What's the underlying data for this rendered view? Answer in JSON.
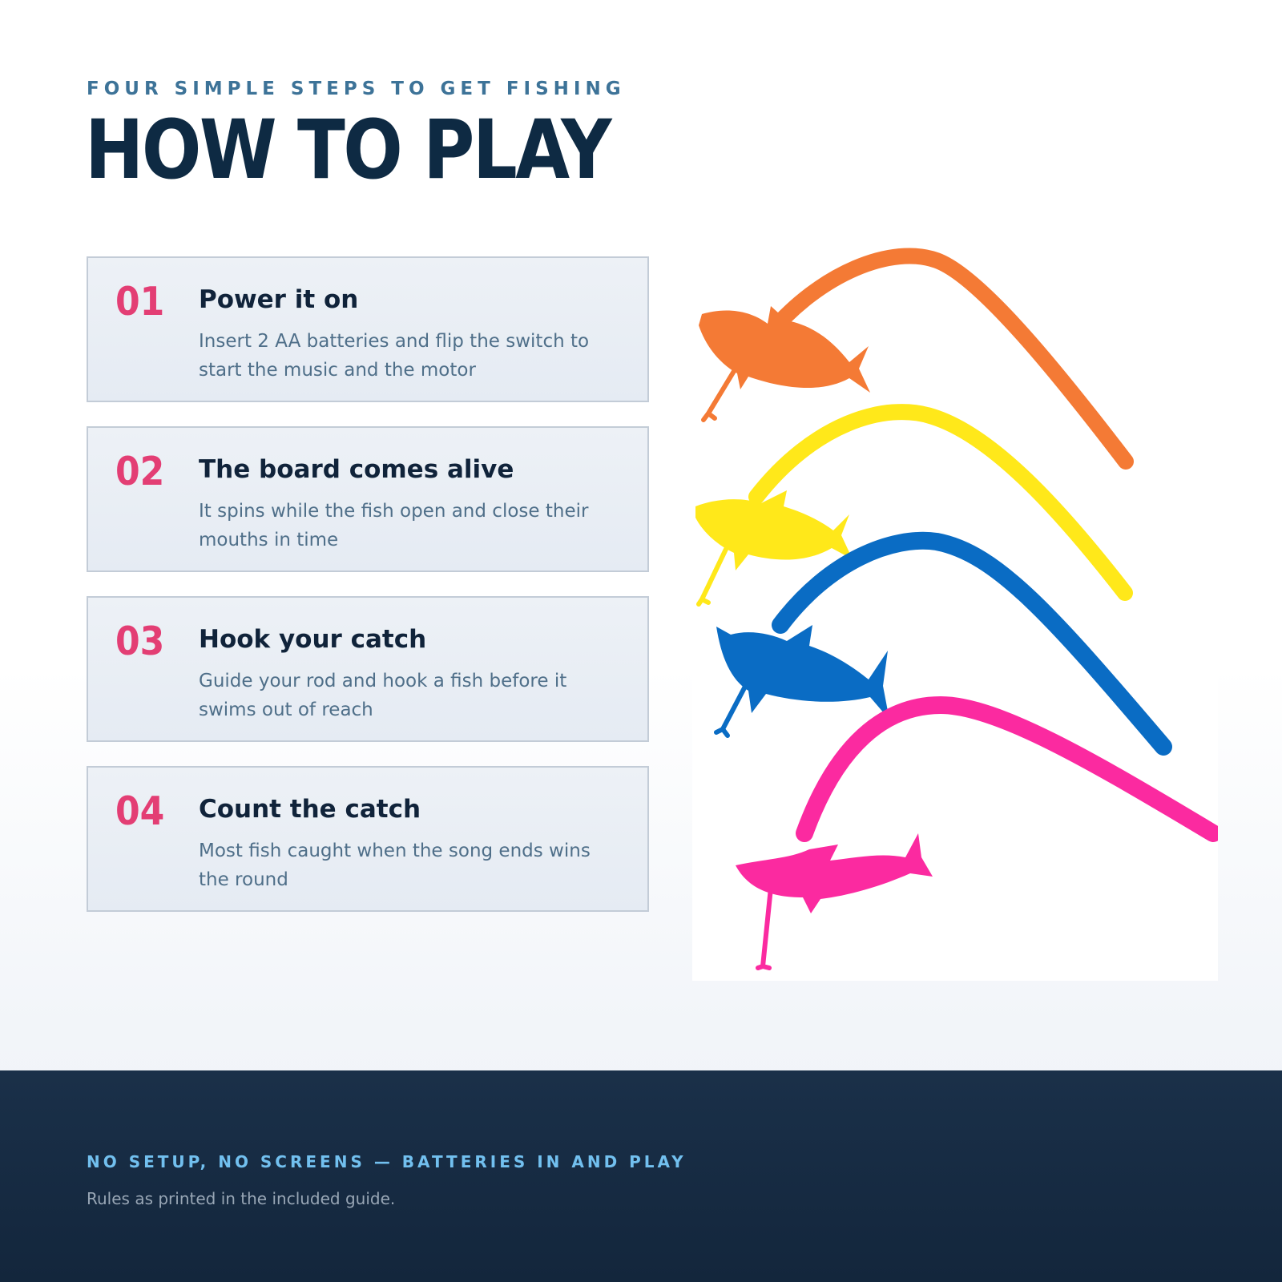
{
  "header": {
    "eyebrow": "FOUR SIMPLE STEPS TO GET FISHING",
    "title": "HOW TO PLAY"
  },
  "steps": [
    {
      "number": "01",
      "title": "Power it on",
      "description": "Insert 2 AA batteries and flip the switch to start the music and the motor"
    },
    {
      "number": "02",
      "title": "The board comes alive",
      "description": "It spins while the fish open and close their mouths in time"
    },
    {
      "number": "03",
      "title": "Hook your catch",
      "description": "Guide your rod and hook a fish before it swims out of reach"
    },
    {
      "number": "04",
      "title": "Count the catch",
      "description": "Most fish caught when the song ends wins the round"
    }
  ],
  "photo": {
    "rod_colors": [
      "#f47a35",
      "#ffe81a",
      "#0a6cc4",
      "#fb2aa0"
    ]
  },
  "footer": {
    "headline": "NO SETUP, NO SCREENS — BATTERIES IN AND PLAY",
    "note": "Rules as printed in the included guide."
  },
  "colors": {
    "step_number": "#e33e74",
    "title": "#0e2a43",
    "footer_bg": "#162b43",
    "footer_accent": "#72c0ef"
  }
}
